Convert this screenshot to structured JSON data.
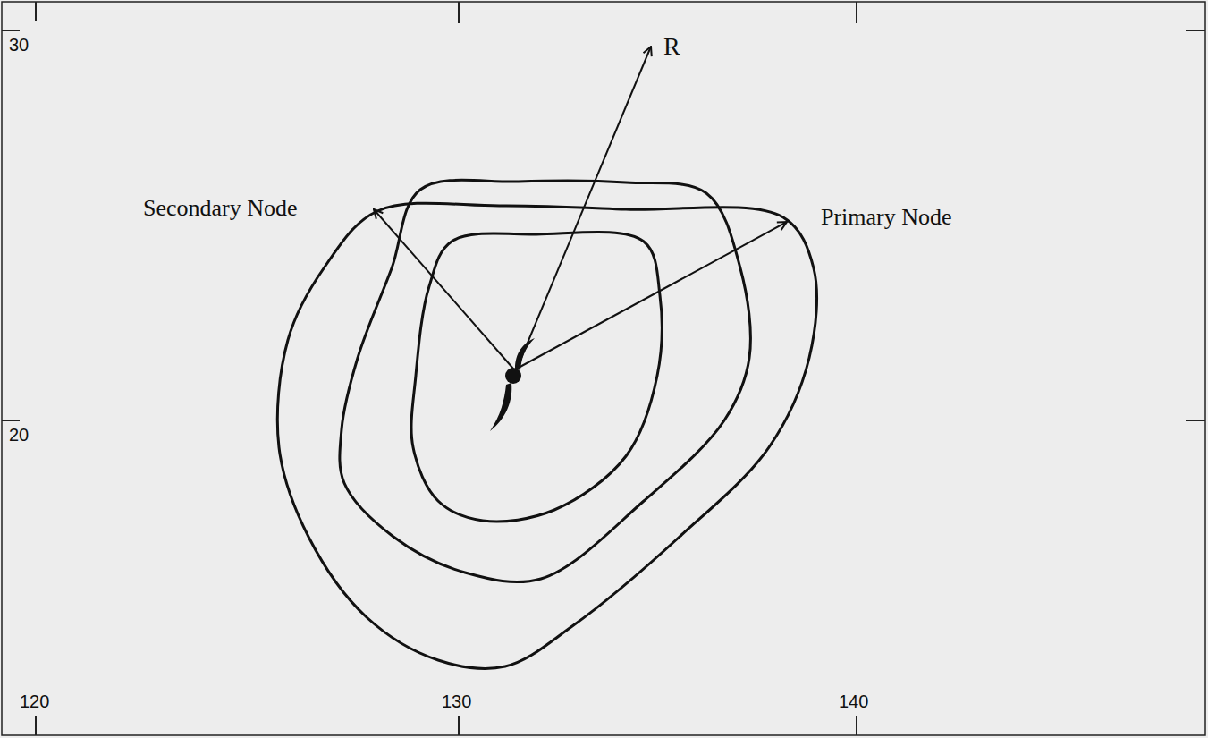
{
  "diagram": {
    "labels": [
      "30",
      "Secondary Node",
      "R",
      "Primary Node",
      "20",
      "120",
      "130",
      "140"
    ]
  }
}
